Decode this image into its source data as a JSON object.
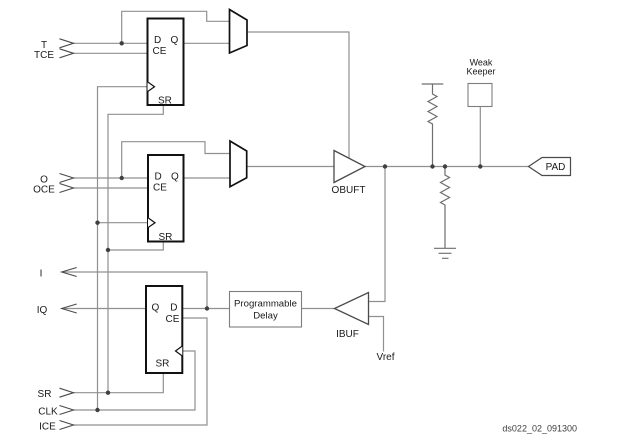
{
  "signals": {
    "t": "T",
    "tce": "TCE",
    "o": "O",
    "oce": "OCE",
    "i": "I",
    "iq": "IQ",
    "sr": "SR",
    "clk": "CLK",
    "ice": "ICE"
  },
  "flipflop": {
    "d": "D",
    "q": "Q",
    "ce": "CE",
    "sr": "SR"
  },
  "components": {
    "obuft": "OBUFT",
    "ibuf": "IBUF",
    "pad": "PAD",
    "vref": "Vref",
    "weak_keeper": {
      "line1": "Weak",
      "line2": "Keeper"
    },
    "prog_delay": {
      "line1": "Programmable",
      "line2": "Delay"
    }
  },
  "figure": {
    "watermark": "ds022_02_091300"
  },
  "colors": {
    "background": "#ffffff",
    "wire": "#909090",
    "outline_dark": "#111111",
    "outline_mid": "#4a4a4a",
    "outline_light": "#7e7e7e",
    "text": "#1a1a1a",
    "dot": "#3f3f3f"
  }
}
